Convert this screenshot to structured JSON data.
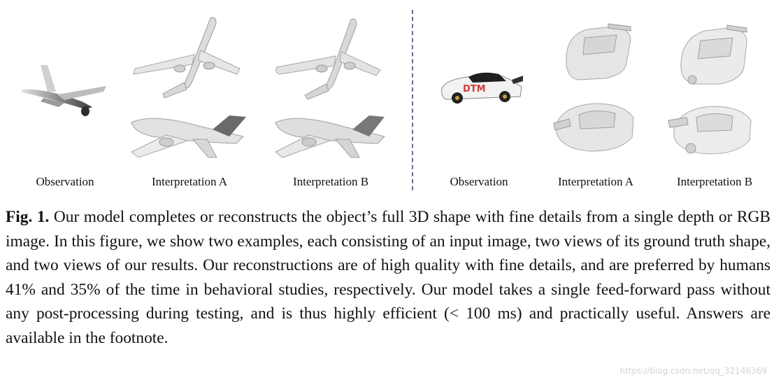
{
  "figure": {
    "left_group": {
      "labels": [
        "Observation",
        "Interpretation A",
        "Interpretation B"
      ]
    },
    "right_group": {
      "labels": [
        "Observation",
        "Interpretation A",
        "Interpretation B"
      ],
      "car_decal_text": "DTM"
    }
  },
  "caption": {
    "label": "Fig. 1.",
    "text": "Our model completes or reconstructs the object’s full 3D shape with fine details from a single depth or RGB image. In this figure, we show two examples, each consisting of an input image, two views of its ground truth shape, and two views of our results. Our reconstructions are of high quality with fine details, and are preferred by humans 41% and 35% of the time in behavioral studies, respectively. Our model takes a single feed-forward pass without any post-processing during testing, and is thus highly efficient (< 100 ms) and practically useful. Answers are available in the footnote."
  },
  "watermark": "https://blog.csdn.net/qq_32146369"
}
